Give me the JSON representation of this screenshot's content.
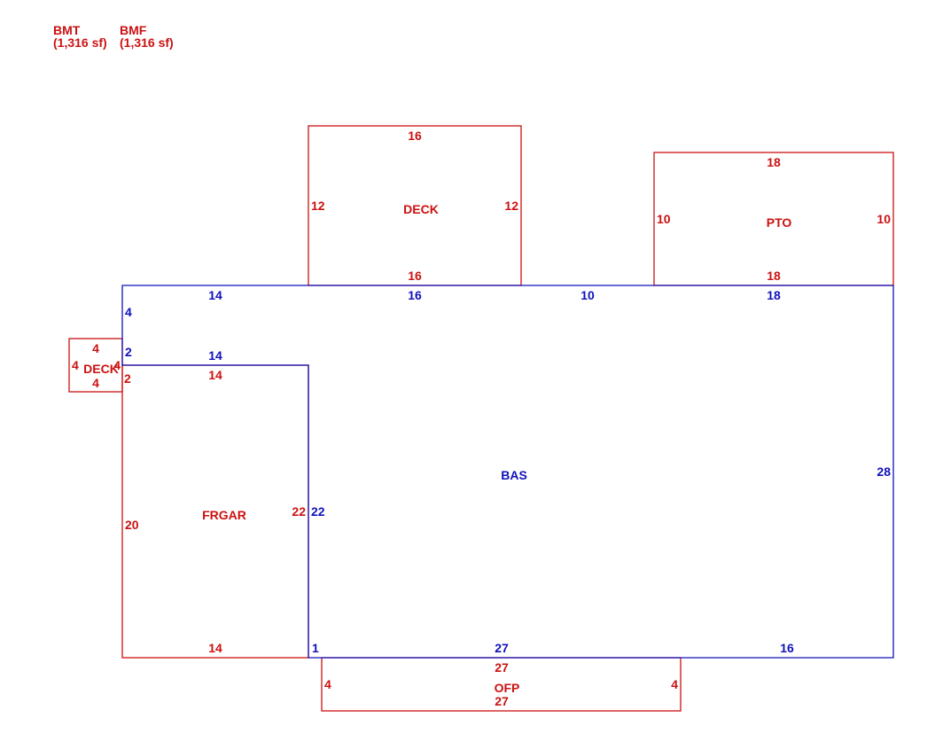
{
  "colors": {
    "red": "#cc1111",
    "blue": "#1111bb"
  },
  "legend": [
    {
      "code": "BMT",
      "area": "(1,316 sf)"
    },
    {
      "code": "BMF",
      "area": "(1,316 sf)"
    }
  ],
  "areas": {
    "deck_top": {
      "name": "DECK",
      "top": "16",
      "left": "12",
      "right": "12",
      "bottom": "16"
    },
    "pto": {
      "name": "PTO",
      "top": "18",
      "left": "10",
      "right": "10",
      "bottom": "18"
    },
    "bas": {
      "name": "BAS",
      "top_1": "14",
      "top_2": "16",
      "top_3": "10",
      "top_4": "18",
      "left_upper": "4",
      "left_lower": "2",
      "notch_top": "14",
      "notch_side": "22",
      "right": "28",
      "bottom_step": "1",
      "bottom_1": "27",
      "bottom_2": "16"
    },
    "frgar": {
      "name": "FRGAR",
      "top": "14",
      "left_upper": "2",
      "left": "20",
      "right": "22",
      "bottom": "14"
    },
    "deck_small": {
      "name": "DECK",
      "top": "4",
      "left": "4",
      "right": "4",
      "bottom": "4"
    },
    "ofp": {
      "name": "OFP",
      "top": "27",
      "left": "4",
      "right": "4",
      "bottom": "27"
    }
  }
}
